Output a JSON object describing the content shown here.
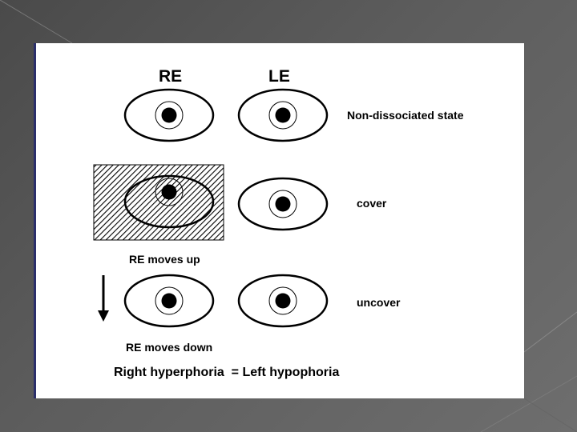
{
  "headers": {
    "re": "RE",
    "le": "LE"
  },
  "states": {
    "non_dissociated": "Non-dissociated state",
    "cover": "cover",
    "uncover": "uncover"
  },
  "captions": {
    "re_up": "RE moves up",
    "re_down": "RE moves down"
  },
  "summary": "Right hyperphoria  = Left hypophoria",
  "colors": {
    "slide_bg": "#ffffff",
    "ink": "#000000",
    "frame_bg": "#555555"
  }
}
